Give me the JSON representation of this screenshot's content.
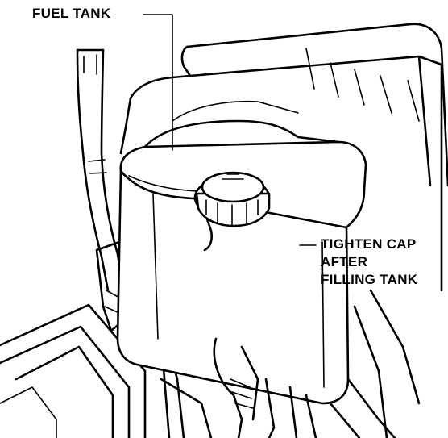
{
  "labels": {
    "fuel_tank": "FUEL TANK",
    "cap_line1": "TIGHTEN CAP",
    "cap_line2": "AFTER",
    "cap_line3": "FILLING TANK"
  },
  "colors": {
    "ink": "#000000",
    "paper": "#ffffff"
  }
}
